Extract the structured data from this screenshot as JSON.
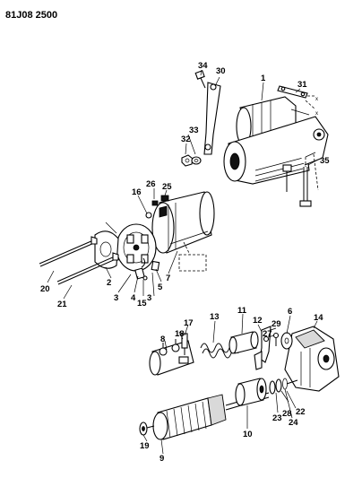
{
  "header": {
    "code": "81J08 2500"
  },
  "callouts": [
    "1",
    "2",
    "3",
    "4",
    "5",
    "6",
    "7",
    "8",
    "9",
    "10",
    "11",
    "12",
    "13",
    "14",
    "15",
    "16",
    "17",
    "18",
    "19",
    "20",
    "21",
    "22",
    "23",
    "24",
    "25",
    "26",
    "27",
    "28",
    "29",
    "30",
    "31",
    "32",
    "33",
    "34",
    "35"
  ]
}
